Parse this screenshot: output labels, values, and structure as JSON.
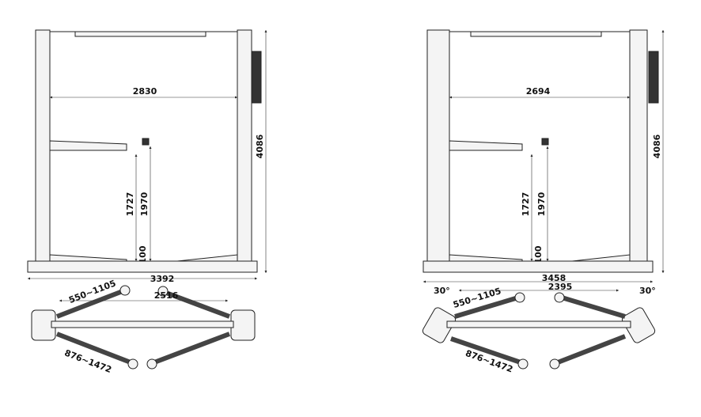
{
  "left_lift": {
    "front_view": {
      "inner_width": "2830",
      "height": "4086",
      "lift_height_low": "1727",
      "lift_height_high": "1970",
      "min_height": "100",
      "overall_width": "3392"
    },
    "top_view": {
      "short_arm_range": "550~1105",
      "long_arm_range": "876~1472",
      "column_spacing": "2516"
    }
  },
  "right_lift": {
    "front_view": {
      "inner_width": "2694",
      "height": "4086",
      "lift_height_low": "1727",
      "lift_height_high": "1970",
      "min_height": "100",
      "overall_width": "3458"
    },
    "top_view": {
      "short_arm_range": "550~1105",
      "long_arm_range": "876~1472",
      "column_spacing": "2395",
      "column_angle_left": "30°",
      "column_angle_right": "30°"
    }
  }
}
